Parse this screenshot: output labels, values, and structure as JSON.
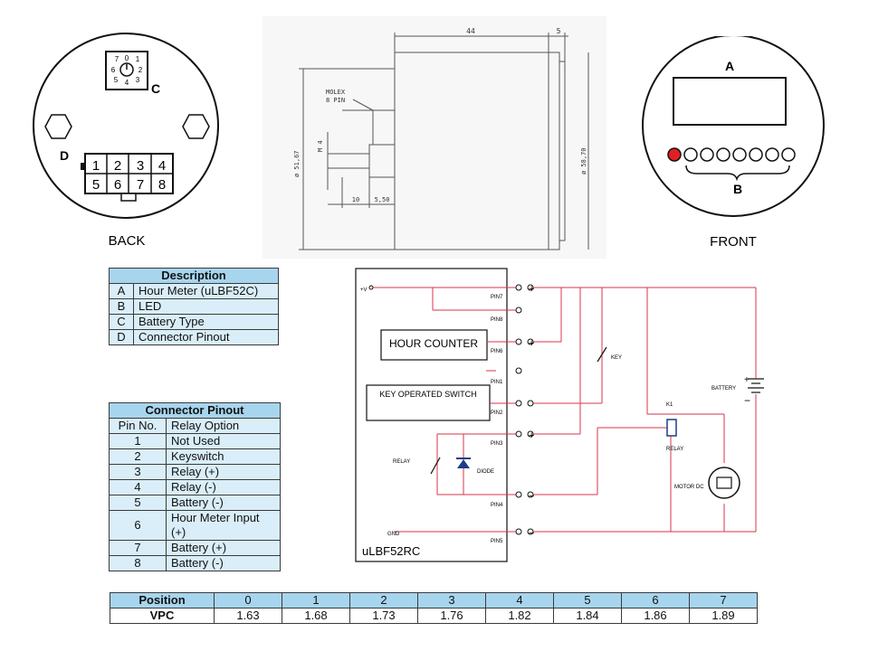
{
  "back": {
    "label": "BACK",
    "dial_digits": [
      "0",
      "1",
      "2",
      "3",
      "4",
      "5",
      "6",
      "7"
    ],
    "callout_c": "C",
    "callout_d": "D",
    "connector_pins": [
      "1",
      "2",
      "3",
      "4",
      "5",
      "6",
      "7",
      "8"
    ]
  },
  "front": {
    "label": "FRONT",
    "callout_a": "A",
    "callout_b": "B"
  },
  "side_view": {
    "dim_44": "44",
    "dim_5": "5",
    "dim_10": "10",
    "dim_5_50": "5,50",
    "dim_m4": "M 4",
    "dim_51_67": "ø 51,67",
    "dim_58_70": "ø 58,70",
    "molex_line1": "MOLEX",
    "molex_line2": "8 PIN"
  },
  "description_table": {
    "title": "Description",
    "rows": [
      {
        "key": "A",
        "value": "Hour Meter (uLBF52C)"
      },
      {
        "key": "B",
        "value": "LED"
      },
      {
        "key": "C",
        "value": "Battery Type"
      },
      {
        "key": "D",
        "value": "Connector Pinout"
      }
    ]
  },
  "connector_table": {
    "title": "Connector Pinout",
    "col_pin": "Pin No.",
    "col_option": "Relay Option",
    "rows": [
      {
        "pin": "1",
        "option": "Not  Used"
      },
      {
        "pin": "2",
        "option": "Keyswitch"
      },
      {
        "pin": "3",
        "option": "Relay (+)"
      },
      {
        "pin": "4",
        "option": "Relay (-)"
      },
      {
        "pin": "5",
        "option": "Battery  (-)"
      },
      {
        "pin": "6",
        "option": "Hour Meter Input (+)"
      },
      {
        "pin": "7",
        "option": "Battery  (+)"
      },
      {
        "pin": "8",
        "option": "Battery  (-)"
      }
    ]
  },
  "schematic": {
    "device_name": "uLBF52RC",
    "hour_counter": "HOUR COUNTER",
    "key_switch": "KEY OPERATED SWITCH",
    "plus_v": "+V",
    "gnd": "GND",
    "pins": {
      "pin7": "PIN7",
      "pin8": "PIN8",
      "pin6": "PIN6",
      "pin1": "PIN1",
      "pin2": "PIN2",
      "pin3": "PIN3",
      "pin4": "PIN4",
      "pin5": "PIN5"
    },
    "relay": "RELAY",
    "diode": "DIODE",
    "key": "KEY",
    "k1": "K1",
    "relay_right": "RELAY",
    "battery": "BATTERY",
    "motor": "MOTOR DC",
    "plus": "+",
    "minus": "−"
  },
  "vpc_table": {
    "position_label": "Position",
    "vpc_label": "VPC",
    "positions": [
      "0",
      "1",
      "2",
      "3",
      "4",
      "5",
      "6",
      "7"
    ],
    "vpc": [
      "1.63",
      "1.68",
      "1.73",
      "1.76",
      "1.82",
      "1.84",
      "1.86",
      "1.89"
    ]
  },
  "colors": {
    "table_header": "#a7d5ee",
    "table_cell": "#d9eef9",
    "wire": "#d9364a",
    "led_on": "#e02020"
  }
}
